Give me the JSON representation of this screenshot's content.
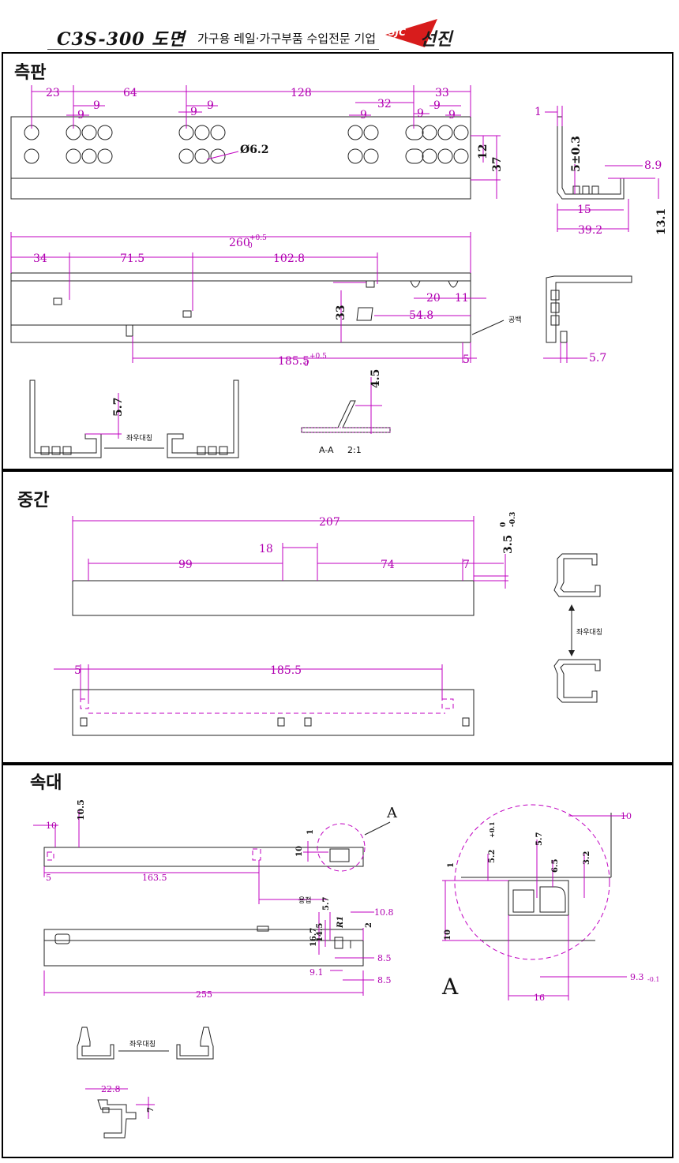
{
  "header": {
    "doc_title": "C3S-300 도면",
    "tagline": "가구용 레일·가구부품 수입전문 기업",
    "logo_text": "SJC",
    "brand": "선진"
  },
  "sections": {
    "side_plate": {
      "title": "측판",
      "dims": {
        "d23": "23",
        "d64": "64",
        "d128": "128",
        "d33": "33",
        "d32": "32",
        "d9": "9",
        "d6_2": "Ø6.2",
        "d12": "12",
        "d37": "37",
        "d1": "1",
        "d5_03": "5±0.3",
        "d8_9": "8.9",
        "d15": "15",
        "d39_2": "39.2",
        "d13_1": "13.1",
        "d260": "260",
        "tol_05": "+0.5",
        "tol_0": "0",
        "d34": "34",
        "d71_5": "71.5",
        "d102_8": "102.8",
        "d20": "20",
        "d11": "11",
        "d33b": "33",
        "d54_8": "54.8",
        "d185_5": "185.5",
        "d5": "5",
        "d5_7": "5.7",
        "d4_5": "4.5",
        "gap_label": "공백",
        "section_label": "A-A",
        "scale": "2:1",
        "symmetric": "좌우대칭"
      }
    },
    "middle": {
      "title": "중간",
      "dims": {
        "d207": "207",
        "d18": "18",
        "d99": "99",
        "d74": "74",
        "d7": "7",
        "d3_5": "3.5",
        "tol_top": "0",
        "tol_bot": "-0.3",
        "d5": "5",
        "d185_5": "185.5",
        "symmetric": "좌우대칭"
      }
    },
    "bracket": {
      "title": "속대",
      "dims": {
        "d10": "10",
        "d10_5": "10.5",
        "d1": "1",
        "d10b": "10",
        "d5": "5",
        "d163_5": "163.5",
        "weld": "용접",
        "callout": "A",
        "d5_7": "5.7",
        "d10_8": "10.8",
        "d16_7": "16.7",
        "d14_5": "14.5",
        "r1": "R1",
        "d2": "2",
        "d8_5": "8.5",
        "d9_1": "9.1",
        "d255": "255",
        "symmetric": "좌우대칭",
        "d22_8": "22.8",
        "d7": "7",
        "detail_label": "A",
        "d_detail10": "10",
        "d5_2": "5.2",
        "tol_52": "+0.1",
        "d5_7b": "5.7",
        "d6_5": "6.5",
        "d3_2": "3.2",
        "d1b": "1",
        "d10c": "10",
        "d9_3": "9.3",
        "tol_93": "-0.1",
        "d16": "16"
      }
    }
  }
}
